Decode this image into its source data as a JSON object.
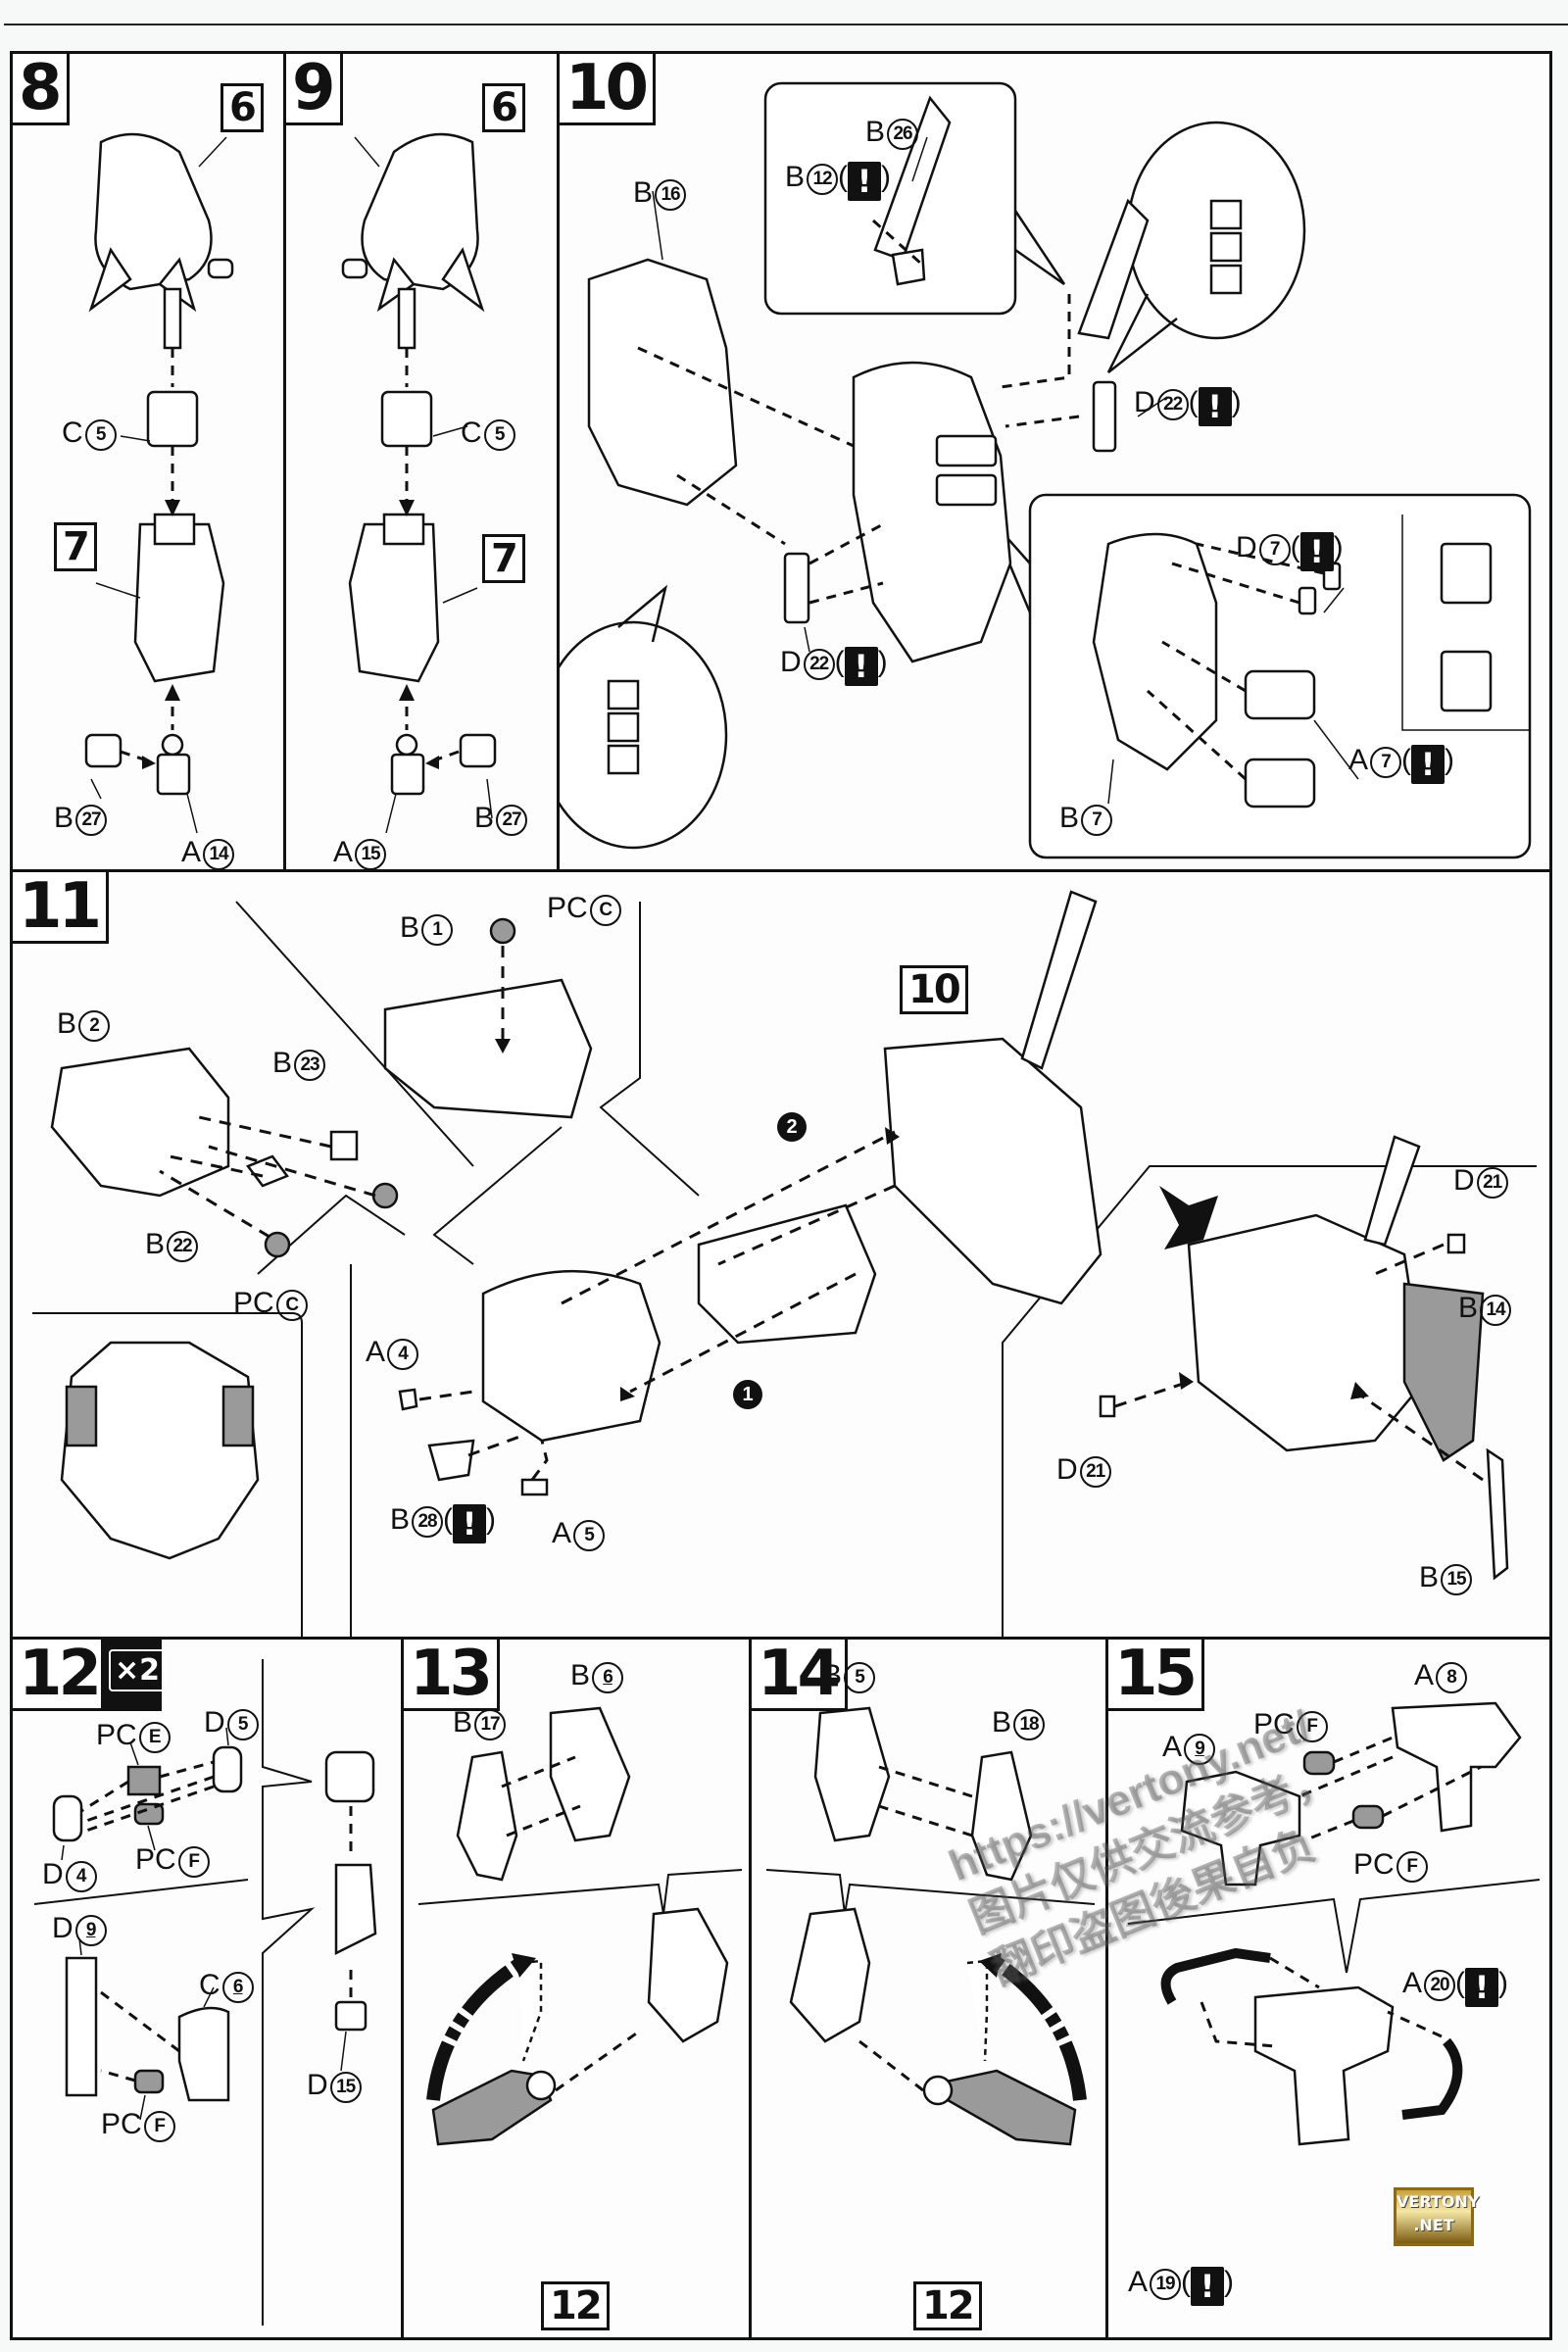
{
  "document": {
    "type": "model kit assembly instructions",
    "steps": [
      {
        "number": "8",
        "labels": {
          "subassembly_ref": "6",
          "part_c5": {
            "runner": "C",
            "num": "5"
          },
          "subassembly_ref_2": "7",
          "part_b27": {
            "runner": "B",
            "num": "27"
          },
          "part_a14": {
            "runner": "A",
            "num": "14"
          }
        }
      },
      {
        "number": "9",
        "labels": {
          "subassembly_ref": "6",
          "part_c5": {
            "runner": "C",
            "num": "5"
          },
          "subassembly_ref_2": "7",
          "part_b27": {
            "runner": "B",
            "num": "27"
          },
          "part_a15": {
            "runner": "A",
            "num": "15"
          }
        }
      },
      {
        "number": "10",
        "labels": {
          "part_b16": {
            "runner": "B",
            "num": "16"
          },
          "part_b26": {
            "runner": "B",
            "num": "26"
          },
          "part_b12": {
            "runner": "B",
            "num": "12",
            "caution": "!"
          },
          "part_d22_top": {
            "runner": "D",
            "num": "22",
            "caution": "!"
          },
          "part_d22_bottom": {
            "runner": "D",
            "num": "22",
            "caution": "!"
          },
          "part_d7": {
            "runner": "D",
            "num": "7",
            "caution": "!"
          },
          "part_a7": {
            "runner": "A",
            "num": "7",
            "caution": "!"
          },
          "part_b7": {
            "runner": "B",
            "num": "7"
          }
        }
      },
      {
        "number": "11",
        "labels": {
          "part_b1": {
            "runner": "B",
            "num": "1"
          },
          "part_pcc_top": {
            "runner": "PC",
            "num": "C"
          },
          "part_b2": {
            "runner": "B",
            "num": "2"
          },
          "part_b23": {
            "runner": "B",
            "num": "23"
          },
          "part_b22": {
            "runner": "B",
            "num": "22"
          },
          "part_pcc_bottom": {
            "runner": "PC",
            "num": "C"
          },
          "subassembly_ref": "10",
          "order_1": "1",
          "order_2": "2",
          "part_a4": {
            "runner": "A",
            "num": "4"
          },
          "part_b28": {
            "runner": "B",
            "num": "28",
            "caution": "!"
          },
          "part_a5": {
            "runner": "A",
            "num": "5"
          },
          "part_d21_top": {
            "runner": "D",
            "num": "21"
          },
          "part_d21_left": {
            "runner": "D",
            "num": "21"
          },
          "part_b14": {
            "runner": "B",
            "num": "14"
          },
          "part_b15": {
            "runner": "B",
            "num": "15"
          }
        }
      },
      {
        "number": "12",
        "multiplier": "×2",
        "labels": {
          "part_pce": {
            "runner": "PC",
            "num": "E"
          },
          "part_d5": {
            "runner": "D",
            "num": "5"
          },
          "part_d4": {
            "runner": "D",
            "num": "4"
          },
          "part_pcf_top": {
            "runner": "PC",
            "num": "F"
          },
          "part_d9": {
            "runner": "D",
            "num": "9"
          },
          "part_c6": {
            "runner": "C",
            "num": "6"
          },
          "part_pcf_bottom": {
            "runner": "PC",
            "num": "F"
          },
          "part_d15": {
            "runner": "D",
            "num": "15"
          }
        }
      },
      {
        "number": "13",
        "labels": {
          "part_b17": {
            "runner": "B",
            "num": "17"
          },
          "part_b6": {
            "runner": "B",
            "num": "6"
          },
          "subassembly_ref": "12"
        }
      },
      {
        "number": "14",
        "labels": {
          "part_b5": {
            "runner": "B",
            "num": "5"
          },
          "part_b18": {
            "runner": "B",
            "num": "18"
          },
          "subassembly_ref": "12"
        }
      },
      {
        "number": "15",
        "labels": {
          "part_a8": {
            "runner": "A",
            "num": "8"
          },
          "part_pcf_top": {
            "runner": "PC",
            "num": "F"
          },
          "part_a9": {
            "runner": "A",
            "num": "9"
          },
          "part_pcf_bottom": {
            "runner": "PC",
            "num": "F"
          },
          "part_a20": {
            "runner": "A",
            "num": "20",
            "caution": "!"
          },
          "part_a19": {
            "runner": "A",
            "num": "19",
            "caution": "!"
          }
        }
      }
    ]
  },
  "watermark": {
    "url": "https://vertony.net/",
    "line2": "图片仅供交流参考，",
    "line3": "翻印盗图後果自负"
  },
  "badge": {
    "line1": "VERTONY",
    "line2": ".NET"
  },
  "colors": {
    "ink": "#111111",
    "paper": "#fdfdfd",
    "shade": "#9a9a9a",
    "badge_gold": "#c9a13a"
  }
}
